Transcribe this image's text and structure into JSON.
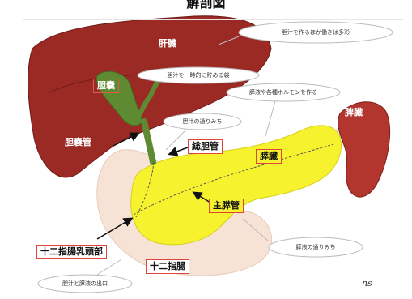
{
  "title": "解剖図",
  "labels": {
    "liver": "肝臓",
    "gallbladder": "胆嚢",
    "cystic_duct": "胆嚢管",
    "common_bile_duct": "総胆管",
    "pancreas": "膵臓",
    "main_pancreatic_duct": "主膵管",
    "spleen": "脾臓",
    "duodenal_papilla": "十二指腸乳頭部",
    "duodenum": "十二指腸"
  },
  "annotations": {
    "liver_role": "胆汁を作るほか働きは多彩",
    "gallbladder_role": "胆汁を一時的に貯める袋",
    "pancreas_role": "膵液や各種ホルモンを作る",
    "bile_path": "胆汁の通りみち",
    "pancreatic_juice_path": "膵液の通りみち",
    "outlet": "胆汁と膵液の出口"
  },
  "signature": "ns",
  "colors": {
    "liver": "#9c2a24",
    "liver_edge": "#6e1a16",
    "gallbladder": "#5e8a32",
    "pancreas": "#f7f22e",
    "spleen": "#b2362e",
    "duodenum": "#f6e3d6",
    "label_border": "#e0443a"
  }
}
